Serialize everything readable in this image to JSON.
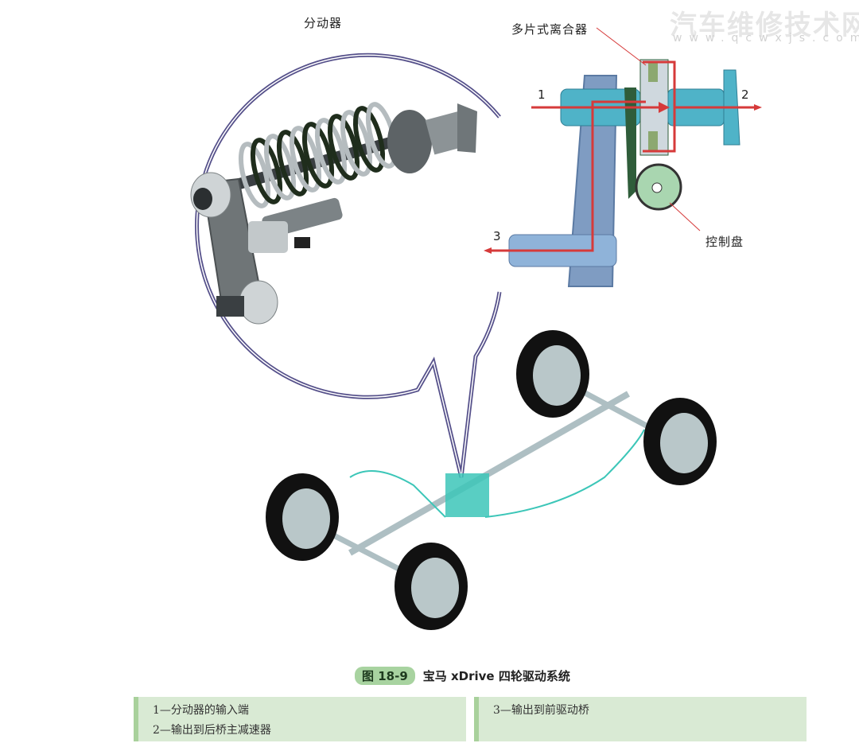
{
  "watermark": {
    "title": "汽车维修技术网",
    "url": "www.qcwxjs.com"
  },
  "diagram": {
    "labels": {
      "transfer_case": "分动器",
      "multi_plate_clutch": "多片式离合器",
      "control_disc": "控制盘"
    },
    "callouts": [
      "1",
      "2",
      "3"
    ],
    "colors": {
      "power_flow": "#d63a3a",
      "shaft": "#4fb3c8",
      "chain": "#8aa5c6",
      "clutch": "#2f5d3a",
      "control_disc": "#a9d6b0",
      "bubble_outline": "#55508a",
      "hydraulic_lines": "#3cc6b8",
      "tire": "#111111",
      "rim": "#b9c7c9"
    }
  },
  "caption": {
    "figure_number": "图 18-9",
    "title": "宝马 xDrive 四轮驱动系统"
  },
  "legend": {
    "columns": [
      {
        "items": [
          "1—分动器的输入端",
          "2—输出到后桥主减速器"
        ]
      },
      {
        "items": [
          "3—输出到前驱动桥"
        ]
      }
    ]
  }
}
